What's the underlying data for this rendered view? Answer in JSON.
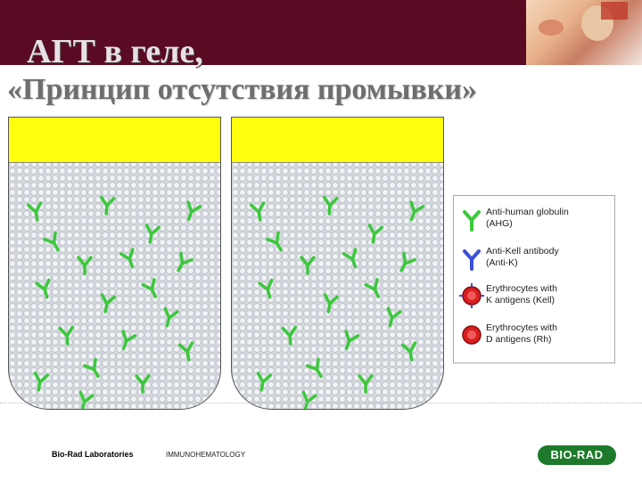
{
  "header": {
    "title_line1": "АГТ в геле,",
    "title_line2": "«Принцип отсутствия промывки»"
  },
  "colors": {
    "header_bar": "#5a0a23",
    "gel_supernatant": "#ffff0e",
    "ahg_antibody": "#3cc83c",
    "anti_k_antibody": "#3a4fd6",
    "erythrocyte": "#d81f1f",
    "logo": "#1d7a2a"
  },
  "legend": {
    "items": [
      {
        "icon": "green-antibody-icon",
        "label": "Anti-human globulin\n(AHG)"
      },
      {
        "icon": "blue-antibody-icon",
        "label": "Anti-Kell antibody\n(Anti-K)"
      },
      {
        "icon": "erythrocyte-k-icon",
        "label": "Erythrocytes with\nK antigens (Kell)"
      },
      {
        "icon": "erythrocyte-d-icon",
        "label": "Erythrocytes with\nD antigens (Rh)"
      }
    ]
  },
  "footer": {
    "lab": "Bio-Rad Laboratories",
    "dept": "IMMUNOHEMATOLOGY",
    "logo_text": "BIO-RAD"
  }
}
